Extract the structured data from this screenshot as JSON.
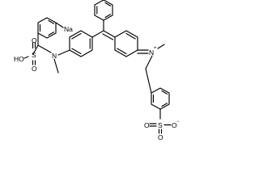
{
  "molecule": {
    "atoms": {
      "sodium": "Na",
      "hydroxyl": "HO",
      "sulfur_upper": "S",
      "oxygen_up": "O",
      "oxygen_down": "O",
      "nitrogen_amine": "N",
      "nitrogen_iminium": "N",
      "iminium_charge": "+",
      "oxygen_sulfonate_left": "O",
      "sulfur_lower": "S",
      "oxygen_sulfonate_right": "O",
      "sulfonate_charge": "−",
      "oxygen_sulfonate_bottom": "O"
    }
  }
}
